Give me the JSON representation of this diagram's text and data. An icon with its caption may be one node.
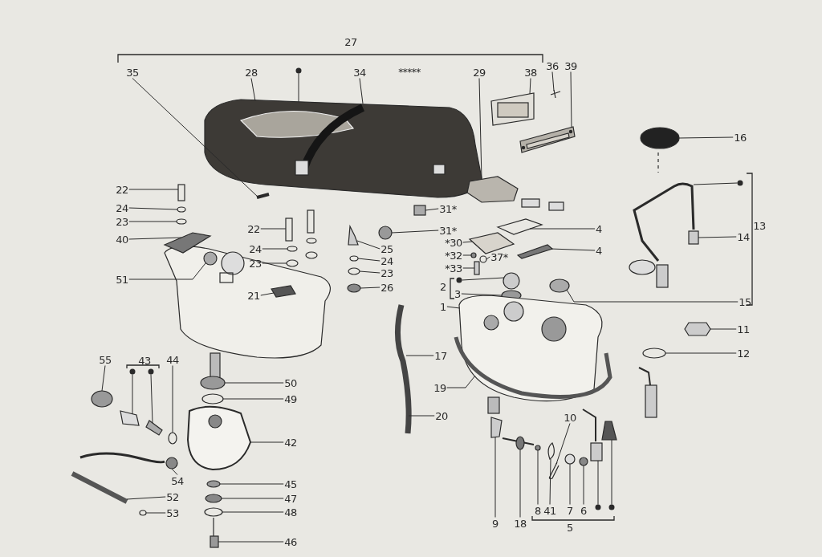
{
  "diagram": {
    "nodes": [
      {
        "text": [
          "35"
        ]
      },
      {
        "text": [
          "28"
        ]
      },
      {
        "text": [
          "34"
        ]
      },
      {
        "text": [
          "29"
        ]
      },
      {
        "text": [
          "38"
        ]
      },
      {
        "text": [
          "36"
        ]
      },
      {
        "text": [
          "39"
        ]
      },
      {
        "text": [
          "16"
        ]
      },
      {
        "text": [
          "22"
        ]
      },
      {
        "text": [
          "24"
        ]
      },
      {
        "text": [
          "23"
        ]
      },
      {
        "text": [
          "40"
        ]
      },
      {
        "text": [
          "51"
        ]
      },
      {
        "text": [
          "22"
        ]
      },
      {
        "text": [
          "24"
        ]
      },
      {
        "text": [
          "23"
        ]
      },
      {
        "text": [
          "21"
        ]
      },
      {
        "text": [
          "31*"
        ]
      },
      {
        "text": [
          "4"
        ]
      },
      {
        "text": [
          "31*"
        ]
      },
      {
        "text": [
          "25"
        ]
      },
      {
        "text": [
          "*30"
        ]
      },
      {
        "text": [
          "4"
        ]
      },
      {
        "text": [
          "24"
        ]
      },
      {
        "text": [
          "*32"
        ]
      },
      {
        "text": [
          "37*"
        ]
      },
      {
        "text": [
          "23"
        ]
      },
      {
        "text": [
          "*33"
        ]
      },
      {
        "text": [
          "3"
        ]
      },
      {
        "text": [
          "26"
        ]
      },
      {
        "text": [
          "14"
        ]
      },
      {
        "text": [
          "15"
        ]
      },
      {
        "text": [
          "1"
        ]
      },
      {
        "text": [
          "11"
        ]
      },
      {
        "text": [
          "12"
        ]
      },
      {
        "text": [
          "17"
        ]
      },
      {
        "text": [
          "19"
        ]
      },
      {
        "text": [
          "20"
        ]
      },
      {
        "text": [
          "55"
        ]
      },
      {
        "text": [
          "44"
        ]
      },
      {
        "text": [
          "50"
        ]
      },
      {
        "text": [
          "49"
        ]
      },
      {
        "text": [
          "42"
        ]
      },
      {
        "text": [
          "10"
        ]
      },
      {
        "text": [
          "54"
        ]
      },
      {
        "text": [
          "45"
        ]
      },
      {
        "text": [
          "52"
        ]
      },
      {
        "text": [
          "47"
        ]
      },
      {
        "text": [
          "48"
        ]
      },
      {
        "text": [
          "53"
        ]
      },
      {
        "text": [
          "8"
        ]
      },
      {
        "text": [
          "41"
        ]
      },
      {
        "text": [
          "7"
        ]
      },
      {
        "text": [
          "6"
        ]
      },
      {
        "text": [
          "9"
        ]
      },
      {
        "text": [
          "18"
        ]
      },
      {
        "text": [
          "46"
        ]
      },
      {
        "text": [],
        "shape": "picture"
      },
      {
        "text": [],
        "shape": "picture"
      },
      {
        "text": [],
        "shape": "picture"
      },
      {
        "text": [],
        "shape": "picture"
      },
      {
        "text": [],
        "shape": "picture"
      },
      {
        "text": [],
        "shape": "picture"
      },
      {
        "text": [],
        "shape": "circle"
      },
      {
        "text": [],
        "shape": "box"
      },
      {
        "text": [],
        "shape": "circle"
      },
      {
        "text": [],
        "shape": "circle"
      },
      {
        "text": [],
        "shape": "picture"
      },
      {
        "text": [],
        "shape": "circle"
      },
      {
        "text": [],
        "shape": "box"
      },
      {
        "text": [],
        "shape": "circle"
      },
      {
        "text": [],
        "shape": "circle"
      },
      {
        "text": [],
        "shape": "picture"
      },
      {
        "text": [],
        "shape": "box"
      },
      {
        "text": [],
        "shape": "picture"
      },
      {
        "text": [],
        "shape": "circle"
      },
      {
        "text": [],
        "shape": "picture"
      },
      {
        "text": [],
        "shape": "picture"
      },
      {
        "text": [],
        "shape": "picture"
      },
      {
        "text": [],
        "shape": "circle"
      },
      {
        "text": [],
        "shape": "circle"
      },
      {
        "text": [],
        "shape": "circle"
      },
      {
        "text": [],
        "shape": "circle"
      },
      {
        "text": [],
        "shape": "box"
      },
      {
        "text": [],
        "shape": "circle"
      },
      {
        "text": [],
        "shape": "circle"
      },
      {
        "text": [],
        "shape": "box"
      },
      {
        "text": [],
        "shape": "circle"
      },
      {
        "text": [],
        "shape": "picture"
      },
      {
        "text": [],
        "shape": "picture"
      },
      {
        "text": [],
        "shape": "circle"
      },
      {
        "text": [],
        "shape": "picture"
      },
      {
        "text": [],
        "shape": "circle"
      },
      {
        "text": [],
        "shape": "circle"
      },
      {
        "text": [],
        "shape": "circle"
      },
      {
        "text": [],
        "shape": "circle"
      },
      {
        "text": [],
        "shape": "picture"
      },
      {
        "text": [],
        "shape": "picture"
      },
      {
        "text": [],
        "shape": "circle"
      },
      {
        "text": [],
        "shape": "circle"
      },
      {
        "text": [],
        "shape": "picture"
      },
      {
        "text": [],
        "shape": "circle"
      },
      {
        "text": [],
        "shape": "circle"
      },
      {
        "text": [],
        "shape": "circle"
      },
      {
        "text": [],
        "shape": "circle"
      },
      {
        "text": [],
        "shape": "picture"
      },
      {
        "text": [],
        "shape": "circle"
      },
      {
        "text": [],
        "shape": "circle"
      },
      {
        "text": [],
        "shape": "picture"
      },
      {
        "text": [],
        "shape": "circle"
      },
      {
        "text": [],
        "shape": "picture"
      },
      {
        "text": [],
        "shape": "picture"
      },
      {
        "text": [],
        "shape": "picture"
      },
      {
        "text": [],
        "shape": "picture"
      },
      {
        "text": [],
        "shape": "picture"
      },
      {
        "text": [],
        "shape": "picture"
      },
      {
        "text": [],
        "shape": "circle"
      },
      {
        "text": [],
        "shape": "circle"
      },
      {
        "text": [],
        "shape": "circle"
      },
      {
        "text": [],
        "shape": "circle"
      },
      {
        "text": [],
        "shape": "circle"
      },
      {
        "text": [],
        "shape": "circle"
      },
      {
        "text": [],
        "shape": "circle"
      },
      {
        "text": [],
        "shape": "circle"
      }
    ],
    "edges": [
      {
        "from": 0,
        "to": 57,
        "arrow": "none"
      },
      {
        "from": 1,
        "to": 58,
        "arrow": "none"
      },
      {
        "from": 2,
        "to": 58,
        "arrow": "none"
      },
      {
        "from": 3,
        "to": 59,
        "arrow": "none"
      },
      {
        "from": 4,
        "to": 60,
        "arrow": "none"
      },
      {
        "from": 5,
        "to": 61,
        "arrow": "none"
      },
      {
        "from": 6,
        "to": 62,
        "arrow": "none"
      },
      {
        "from": 7,
        "to": 63,
        "arrow": "none"
      },
      {
        "from": 8,
        "to": 64,
        "arrow": "none"
      },
      {
        "from": 9,
        "to": 65,
        "arrow": "none"
      },
      {
        "from": 10,
        "to": 66,
        "arrow": "none"
      },
      {
        "from": 11,
        "to": 67,
        "arrow": "none"
      },
      {
        "from": 12,
        "to": 68,
        "arrow": "none"
      },
      {
        "from": 13,
        "to": 69,
        "arrow": "none"
      },
      {
        "from": 14,
        "to": 70,
        "arrow": "none"
      },
      {
        "from": 15,
        "to": 71,
        "arrow": "none"
      },
      {
        "from": 16,
        "to": 72,
        "arrow": "none"
      },
      {
        "from": 17,
        "to": 73,
        "arrow": "none"
      },
      {
        "from": 18,
        "to": 74,
        "arrow": "none"
      },
      {
        "from": 19,
        "to": 75,
        "arrow": "none"
      },
      {
        "from": 20,
        "to": 76,
        "arrow": "none"
      },
      {
        "from": 21,
        "to": 77,
        "arrow": "none"
      },
      {
        "from": 22,
        "to": 78,
        "arrow": "none"
      },
      {
        "from": 23,
        "to": 79,
        "arrow": "none"
      },
      {
        "from": 24,
        "to": 80,
        "arrow": "none"
      },
      {
        "from": 25,
        "to": 81,
        "arrow": "none"
      },
      {
        "from": 26,
        "to": 82,
        "arrow": "none"
      },
      {
        "from": 27,
        "to": 83,
        "arrow": "none"
      },
      {
        "from": 28,
        "to": 84,
        "arrow": "none"
      },
      {
        "from": 29,
        "to": 85,
        "arrow": "none"
      },
      {
        "from": 30,
        "to": 86,
        "arrow": "none"
      },
      {
        "from": 31,
        "to": 87,
        "arrow": "none"
      },
      {
        "from": 32,
        "to": 88,
        "arrow": "none"
      },
      {
        "from": 33,
        "to": 89,
        "arrow": "none"
      },
      {
        "from": 34,
        "to": 90,
        "arrow": "none"
      },
      {
        "from": 35,
        "to": 91,
        "arrow": "none"
      },
      {
        "from": 36,
        "to": 88,
        "arrow": "none"
      },
      {
        "from": 37,
        "to": 91,
        "arrow": "none"
      },
      {
        "from": 38,
        "to": 92,
        "arrow": "none"
      },
      {
        "from": 39,
        "to": 93,
        "arrow": "none"
      },
      {
        "from": 40,
        "to": 94,
        "arrow": "none"
      },
      {
        "from": 41,
        "to": 95,
        "arrow": "none"
      },
      {
        "from": 42,
        "to": 96,
        "arrow": "none"
      },
      {
        "from": 43,
        "to": 97,
        "arrow": "none"
      },
      {
        "from": 44,
        "to": 98,
        "arrow": "none"
      },
      {
        "from": 45,
        "to": 99,
        "arrow": "none"
      },
      {
        "from": 46,
        "to": 100,
        "arrow": "none"
      },
      {
        "from": 47,
        "to": 101,
        "arrow": "none"
      },
      {
        "from": 48,
        "to": 102,
        "arrow": "none"
      },
      {
        "from": 49,
        "to": 103,
        "arrow": "none"
      },
      {
        "from": 50,
        "to": 104,
        "arrow": "none"
      },
      {
        "from": 51,
        "to": 105,
        "arrow": "none"
      },
      {
        "from": 52,
        "to": 106,
        "arrow": "none"
      },
      {
        "from": 53,
        "to": 107,
        "arrow": "none"
      },
      {
        "from": 54,
        "to": 108,
        "arrow": "none"
      },
      {
        "from": 55,
        "to": 109,
        "arrow": "none"
      },
      {
        "from": 56,
        "to": 110,
        "arrow": "none"
      },
      {
        "from": 117,
        "to": 58,
        "arrow": "none"
      },
      {
        "from": 118,
        "to": 111,
        "arrow": "none"
      },
      {
        "from": 119,
        "to": 112,
        "arrow": "none"
      },
      {
        "from": 120,
        "to": 113,
        "arrow": "none"
      },
      {
        "from": 121,
        "to": 114,
        "arrow": "none"
      },
      {
        "from": 122,
        "to": 115,
        "arrow": "none"
      },
      {
        "from": 123,
        "to": 116,
        "arrow": "none"
      }
    ],
    "labels": [
      "27",
      "*****",
      "13",
      "2",
      "43",
      "5"
    ]
  }
}
